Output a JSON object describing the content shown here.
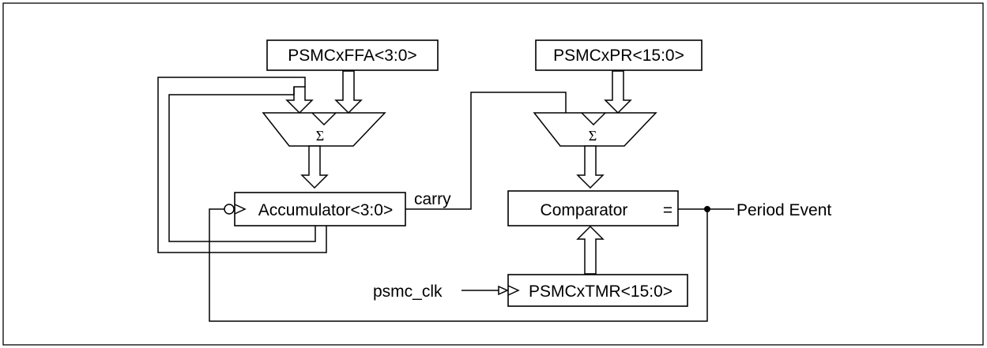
{
  "blocks": {
    "ffa": "PSMCxFFA<3:0>",
    "pr": "PSMCxPR<15:0>",
    "accumulator": "Accumulator<3:0>",
    "comparator": "Comparator",
    "comparator_equal": "=",
    "tmr": "PSMCxTMR<15:0>"
  },
  "adders": {
    "left_symbol": "Σ",
    "right_symbol": "Σ"
  },
  "signals": {
    "carry": "carry",
    "psmc_clk": "psmc_clk",
    "period_event": "Period Event"
  }
}
